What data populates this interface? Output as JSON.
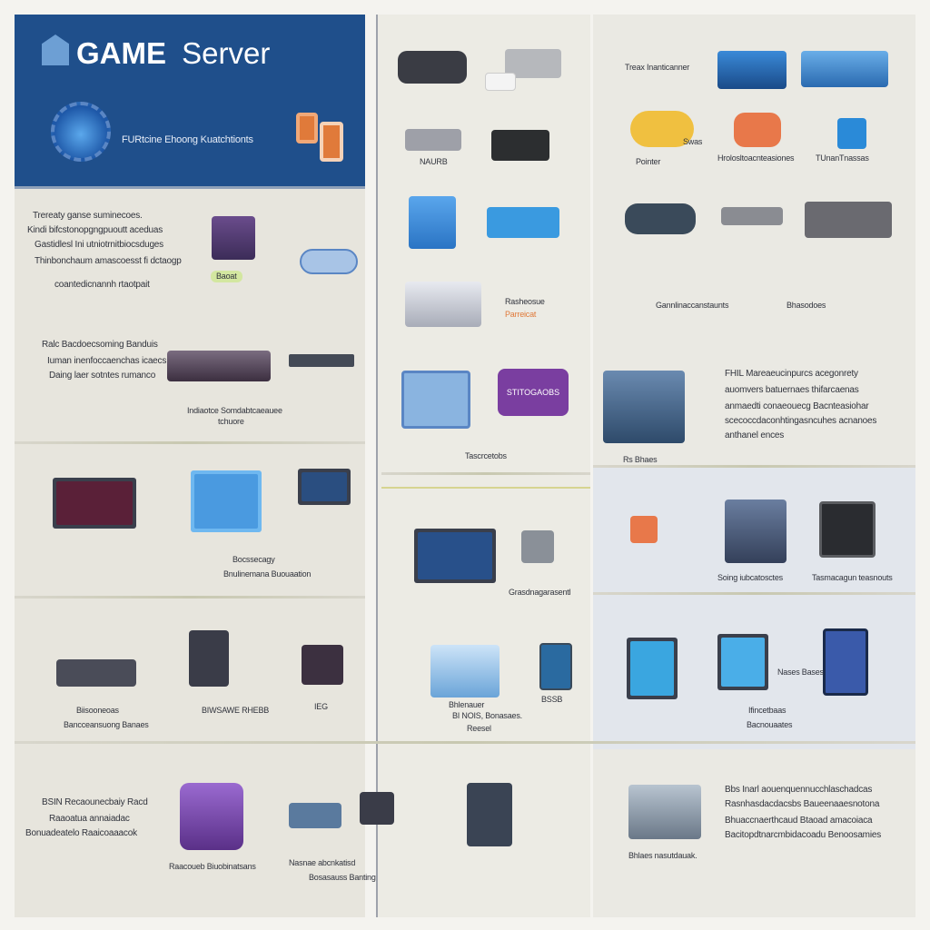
{
  "header": {
    "title_bold": "GAME",
    "title_light": "Server",
    "subtitle": "FURtcine Ehoong Kuatchtionts"
  },
  "colors": {
    "header_bg": "#1f4f8b",
    "left_bg": "#e6e4dc",
    "mid_bg": "#ebe9e2",
    "right_bg": "#e9e8e2",
    "accent_purple": "#7a3ea0",
    "accent_orange": "#e07a3a",
    "accent_blue": "#3a8fd8"
  },
  "left": {
    "block1": [
      "Trereaty ganse suminecoes.",
      "Kindi bifcstonopgngpuoutt aceduas",
      "Gastidlesl Ini utniotrnitbiocsduges",
      "Thinbonchaum amascoesst fi dctaogp",
      "coantedicnannh rtaotpait"
    ],
    "block1_badge": "Baoat",
    "block2": [
      "Ralc Bacdoecsoming Banduis",
      "Iuman inenfoccaenchas icaecs",
      "Daing laer sotntes rumanco"
    ],
    "block2_label": "Indiaotce Somdabtcaeauee",
    "block2_sub": "tchuore",
    "sec2_labels": [
      "Bocssecagy",
      "Bnulinemana Buouaation"
    ],
    "sec3_labels": [
      "Biisooneoas",
      "Bancceansuong Banaes",
      "BIWSAWE RHEBB",
      "IEG"
    ],
    "sec4_text": [
      "BSIN Recaounecbaiy Racd",
      "Raaoatua annaiadac",
      "Bonuadeatelo Raaicoaaacok"
    ],
    "sec4_label_a": "Raacoueb Biuobinatsans",
    "sec4_label_b": [
      "Nasnae abcnkatisd",
      "Bosasauss Banting"
    ]
  },
  "middle": {
    "label_naurb": "NAURB",
    "label_rash": "Rasheosue",
    "label_parr": "Parreicat",
    "purple_box": "STITOGAOBS",
    "label_tasc": "Tascrcetobs",
    "label_gras": "Grasdnagarasentl",
    "sec3": [
      "Bhlenauer",
      "BI NOIS, Bonasaes.",
      "Reesel",
      "BSSB"
    ]
  },
  "right": {
    "label_treax": "Treax Inanticanner",
    "label_swas": "Swas",
    "label_pointer": "Pointer",
    "label_hrolo": "Hrolosltoacnteasiones",
    "label_tunan": "TUnanTnassas",
    "label_gann": "Gannlinaccanstaunts",
    "label_bhas": "Bhasodoes",
    "block": [
      "FHIL Mareaeucinpurcs acegonrety",
      "auomvers batuernaes thifarcaenas",
      "anmaedti conaeouecg Bacnteasiohar",
      "scecoccdaconhtingasncuhes acnanoes",
      "anthanel ences"
    ],
    "label_rs": "Rs Bhaes",
    "sec2": [
      "Soing iubcatosctes",
      "Tasmacagun teasnouts"
    ],
    "sec3": [
      "Nases Bases",
      "Ifincetbaas",
      "Bacnouaates"
    ],
    "sec4": [
      "Bbs Inarl aouenquennucchlaschadcas",
      "Rasnhasdacdacsbs Baueenaaesnotona",
      "Bhuaccnaerthcaud Btaoad amacoiaca",
      "Bacitopdtnarcmbidacoadu Benoosamies"
    ],
    "sec4_label": "Bhlaes nasutdauak."
  }
}
